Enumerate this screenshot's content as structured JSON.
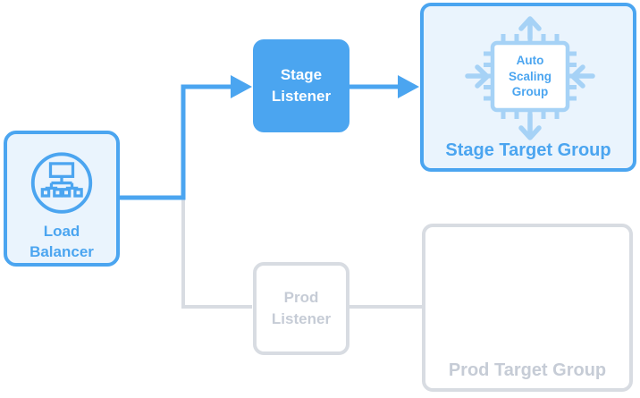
{
  "palette": {
    "blue": "#4BA5F0",
    "light_blue_fill": "#EAF4FD",
    "pale_blue": "#A6D2F6",
    "gray_border": "#D8DCE2",
    "gray_text": "#C6CCD6",
    "white": "#FFFFFF"
  },
  "nodes": {
    "load_balancer": {
      "label": "Load Balancer",
      "icon": "load-balancer-network-tree-icon",
      "state": "active"
    },
    "stage_listener": {
      "label": "Stage Listener",
      "state": "active"
    },
    "prod_listener": {
      "label": "Prod Listener",
      "state": "inactive"
    },
    "stage_target_group": {
      "label": "Stage Target Group",
      "state": "active",
      "auto_scaling_group": {
        "label": "Auto Scaling Group",
        "icon": "cpu-chip-icon",
        "arrows": [
          "scale-out-up",
          "scale-out-down",
          "scale-in-left",
          "scale-in-right"
        ]
      }
    },
    "prod_target_group": {
      "label": "Prod Target Group",
      "state": "inactive"
    }
  },
  "connections": [
    {
      "from": "load_balancer",
      "to": "stage_listener",
      "style": "arrow",
      "color": "blue"
    },
    {
      "from": "load_balancer",
      "to": "prod_listener",
      "style": "line",
      "color": "gray"
    },
    {
      "from": "stage_listener",
      "to": "stage_target_group",
      "style": "arrow",
      "color": "blue"
    },
    {
      "from": "prod_listener",
      "to": "prod_target_group",
      "style": "line",
      "color": "gray"
    }
  ]
}
